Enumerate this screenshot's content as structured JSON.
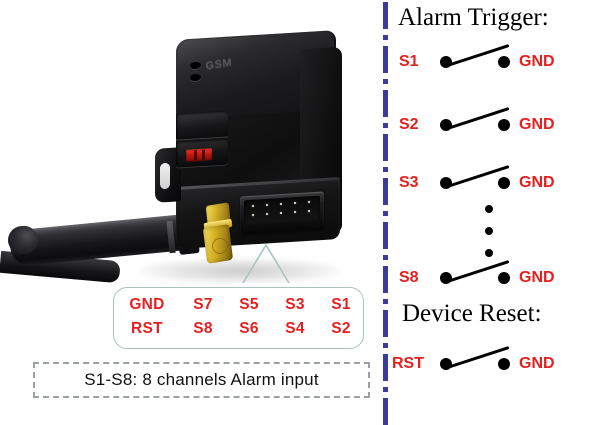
{
  "figure": {
    "left_panel": {
      "device": {
        "label": "wireless alarm controller module",
        "emboss_text": "GSM",
        "red_switch": "power-switch",
        "connector": "2x5 IDC pin header",
        "antenna": "rubber SMA antenna"
      },
      "pin_callout": {
        "row_top": [
          "GND",
          "S7",
          "S5",
          "S3",
          "S1"
        ],
        "row_bottom": [
          "RST",
          "S8",
          "S6",
          "S4",
          "S2"
        ],
        "text_color": "#e5201f",
        "border_color": "#a9c4c0"
      },
      "caption": "S1-S8: 8 channels Alarm input",
      "caption_border_color": "#9aa0a6"
    },
    "divider": {
      "style": "dash-dot vertical",
      "color": "#3b3b9c"
    },
    "right_panel": {
      "alarm_heading": "Alarm Trigger:",
      "reset_heading": "Device Reset:",
      "switches": [
        {
          "left": "S1",
          "right": "GND"
        },
        {
          "left": "S2",
          "right": "GND"
        },
        {
          "left": "S3",
          "right": "GND"
        },
        {
          "left": "S8",
          "right": "GND"
        }
      ],
      "ellipsis_dots": 3,
      "reset_switch": {
        "left": "RST",
        "right": "GND"
      },
      "text_color": "#e5201f",
      "heading_color": "#000000"
    }
  }
}
